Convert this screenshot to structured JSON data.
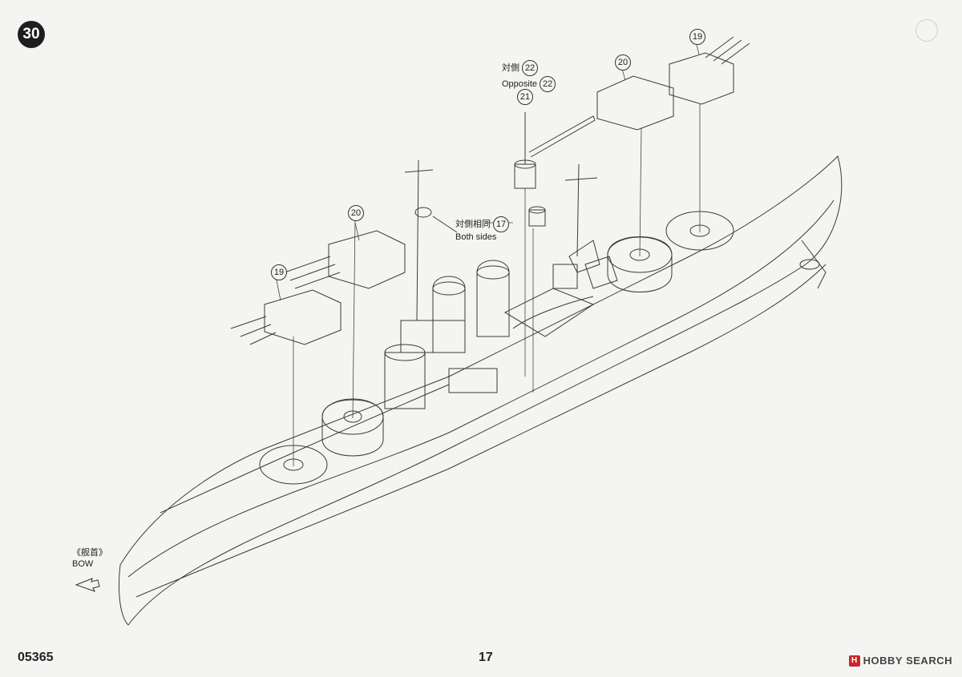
{
  "step": "30",
  "footer": {
    "code": "05365",
    "page": "17"
  },
  "watermark": {
    "brand_mark": "H",
    "hobby": "HOBBY",
    "search": "SEARCH"
  },
  "bow": {
    "jp": "《舰首》",
    "en": "BOW"
  },
  "callouts": {
    "top_opposite": {
      "jp": "対側",
      "num": "22",
      "en": "Opposite"
    },
    "crane_num": "21",
    "both_sides": {
      "jp": "対側相同",
      "num": "17",
      "en": "Both sides"
    },
    "aft_turret_a": "20",
    "aft_turret_b": "19",
    "fwd_turret_a": "20",
    "fwd_turret_b": "19"
  }
}
